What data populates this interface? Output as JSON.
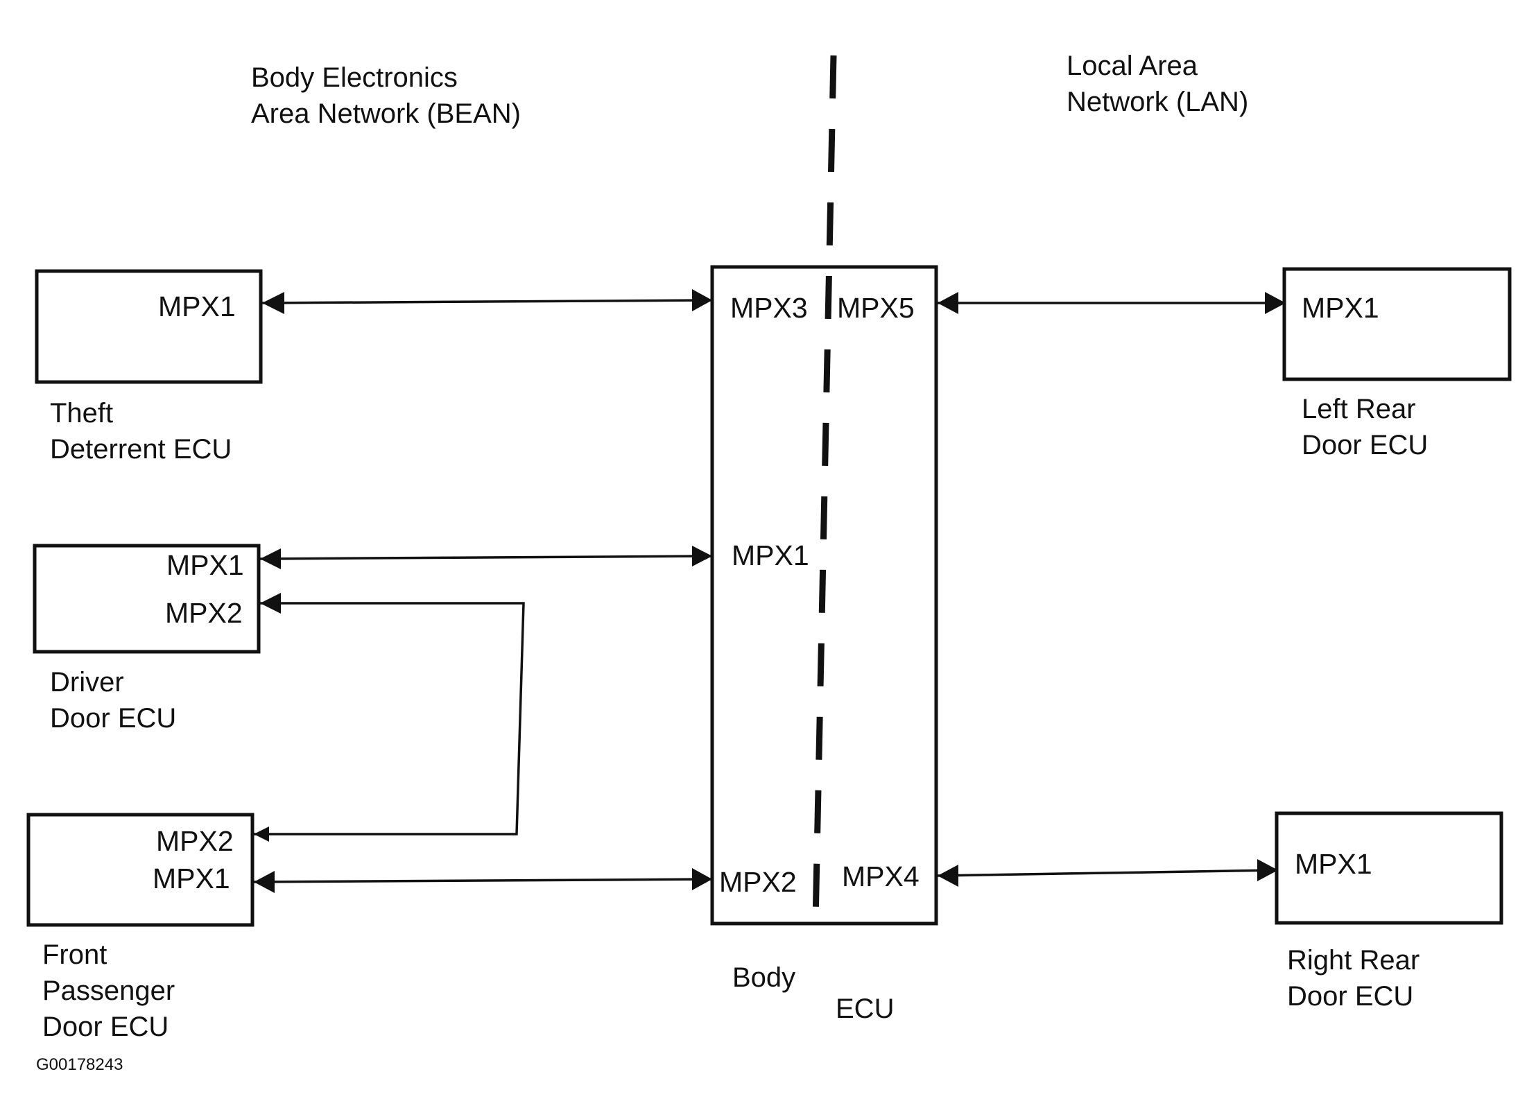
{
  "diagram": {
    "zones": {
      "bean": [
        "Body Electronics",
        "Area Network (BEAN)"
      ],
      "lan": [
        "Local Area",
        "Network (LAN)"
      ]
    },
    "ecus": {
      "theft": {
        "name": [
          "Theft",
          "Deterrent ECU"
        ],
        "ports": [
          "MPX1"
        ]
      },
      "driver": {
        "name": [
          "Driver",
          "Door ECU"
        ],
        "ports": [
          "MPX1",
          "MPX2"
        ]
      },
      "front_passenger": {
        "name": [
          "Front",
          "Passenger",
          "Door ECU"
        ],
        "ports": [
          "MPX2",
          "MPX1"
        ]
      },
      "left_rear": {
        "name": [
          "Left Rear",
          "Door ECU"
        ],
        "ports": [
          "MPX1"
        ]
      },
      "right_rear": {
        "name": [
          "Right Rear",
          "Door ECU"
        ],
        "ports": [
          "MPX1"
        ]
      },
      "body": {
        "name": [
          "Body",
          "ECU"
        ],
        "ports": [
          "MPX3",
          "MPX5",
          "MPX1",
          "MPX2",
          "MPX4"
        ]
      }
    },
    "figure_code": "G00178243"
  }
}
